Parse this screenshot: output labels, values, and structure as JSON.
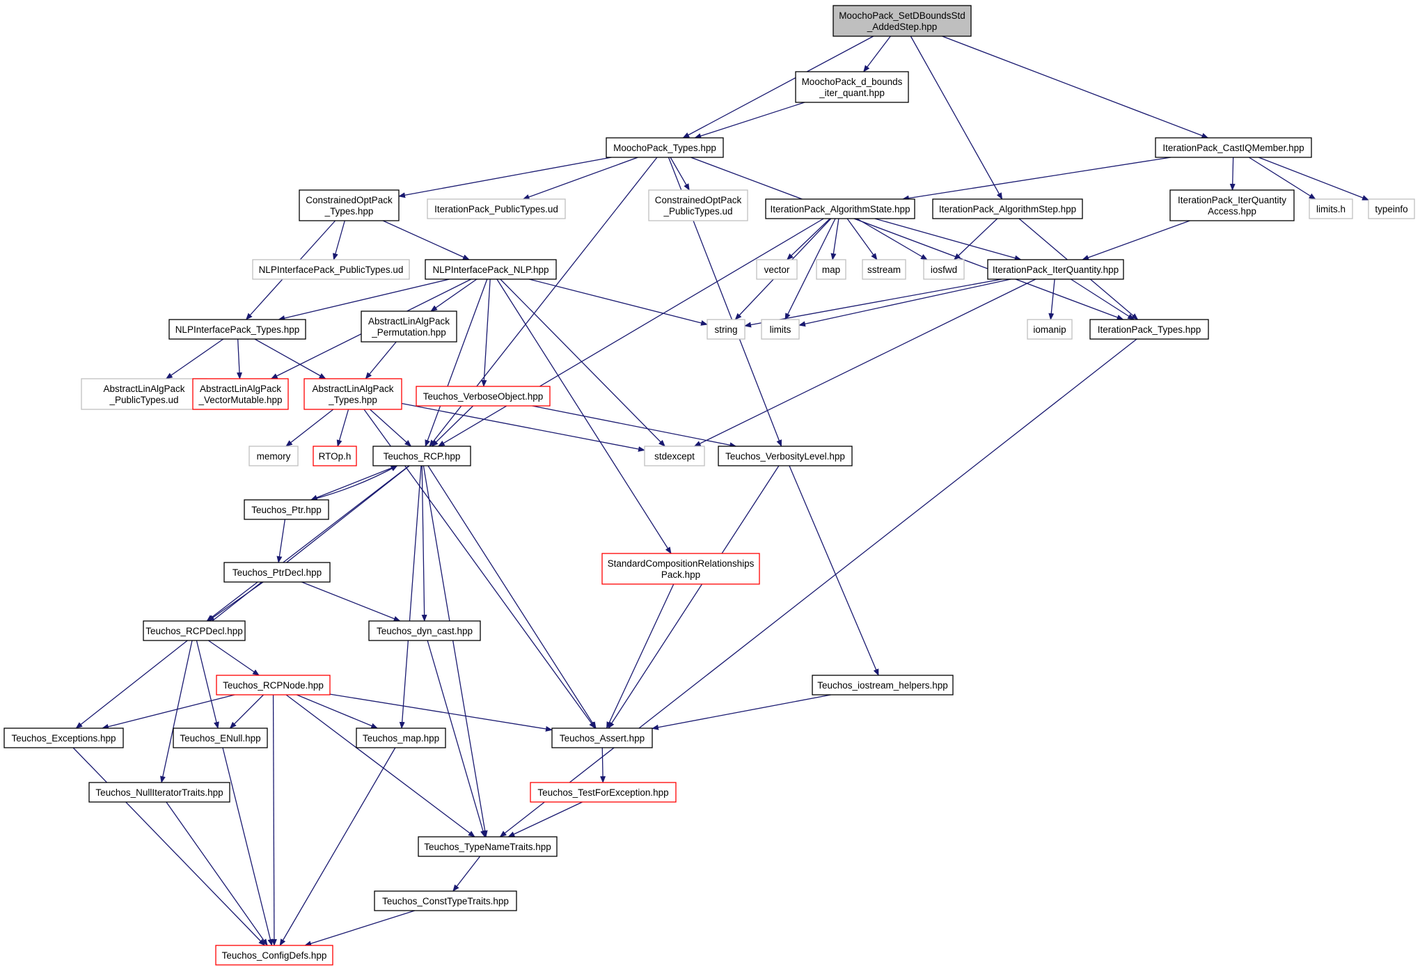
{
  "colors": {
    "edge": "#191970",
    "border_normal": "#000000",
    "border_system": "#bfbfbf",
    "border_truncated": "#ff0000",
    "fill_root": "#bfbfbf",
    "fill_default": "#ffffff"
  },
  "nodes": [
    {
      "id": "root",
      "lines": [
        "MoochoPack_SetDBoundsStd",
        "_AddedStep.hpp"
      ],
      "kind": "root"
    },
    {
      "id": "dbounds",
      "lines": [
        "MoochoPack_d_bounds",
        "_iter_quant.hpp"
      ],
      "kind": "normal"
    },
    {
      "id": "moochotypes",
      "lines": [
        "MoochoPack_Types.hpp"
      ],
      "kind": "normal"
    },
    {
      "id": "castiq",
      "lines": [
        "IterationPack_CastIQMember.hpp"
      ],
      "kind": "normal"
    },
    {
      "id": "copttypes",
      "lines": [
        "ConstrainedOptPack",
        "_Types.hpp"
      ],
      "kind": "normal"
    },
    {
      "id": "itpublic",
      "lines": [
        "IterationPack_PublicTypes.ud"
      ],
      "kind": "system"
    },
    {
      "id": "coptpublic",
      "lines": [
        "ConstrainedOptPack",
        "_PublicTypes.ud"
      ],
      "kind": "system"
    },
    {
      "id": "algstate",
      "lines": [
        "IterationPack_AlgorithmState.hpp"
      ],
      "kind": "normal"
    },
    {
      "id": "algstep",
      "lines": [
        "IterationPack_AlgorithmStep.hpp"
      ],
      "kind": "normal"
    },
    {
      "id": "iqaccess",
      "lines": [
        "IterationPack_IterQuantity",
        "Access.hpp"
      ],
      "kind": "normal"
    },
    {
      "id": "limitsh",
      "lines": [
        "limits.h"
      ],
      "kind": "system"
    },
    {
      "id": "typeinfo",
      "lines": [
        "typeinfo"
      ],
      "kind": "system"
    },
    {
      "id": "nlppublic",
      "lines": [
        "NLPInterfacePack_PublicTypes.ud"
      ],
      "kind": "system"
    },
    {
      "id": "nlp",
      "lines": [
        "NLPInterfacePack_NLP.hpp"
      ],
      "kind": "normal"
    },
    {
      "id": "vector",
      "lines": [
        "vector"
      ],
      "kind": "system"
    },
    {
      "id": "map",
      "lines": [
        "map"
      ],
      "kind": "system"
    },
    {
      "id": "sstream",
      "lines": [
        "sstream"
      ],
      "kind": "system"
    },
    {
      "id": "iosfwd",
      "lines": [
        "iosfwd"
      ],
      "kind": "system"
    },
    {
      "id": "iterquantity",
      "lines": [
        "IterationPack_IterQuantity.hpp"
      ],
      "kind": "normal"
    },
    {
      "id": "nlptypes",
      "lines": [
        "NLPInterfacePack_Types.hpp"
      ],
      "kind": "normal"
    },
    {
      "id": "permutation",
      "lines": [
        "AbstractLinAlgPack",
        "_Permutation.hpp"
      ],
      "kind": "normal"
    },
    {
      "id": "string",
      "lines": [
        "string"
      ],
      "kind": "system"
    },
    {
      "id": "limits",
      "lines": [
        "limits"
      ],
      "kind": "system"
    },
    {
      "id": "iomanip",
      "lines": [
        "iomanip"
      ],
      "kind": "system"
    },
    {
      "id": "ittypes",
      "lines": [
        "IterationPack_Types.hpp"
      ],
      "kind": "normal"
    },
    {
      "id": "alapublic",
      "lines": [
        "AbstractLinAlgPack",
        "_PublicTypes.ud"
      ],
      "kind": "system"
    },
    {
      "id": "vecmutable",
      "lines": [
        "AbstractLinAlgPack",
        "_VectorMutable.hpp"
      ],
      "kind": "truncated"
    },
    {
      "id": "alatypes",
      "lines": [
        "AbstractLinAlgPack",
        "_Types.hpp"
      ],
      "kind": "truncated"
    },
    {
      "id": "verboseobj",
      "lines": [
        "Teuchos_VerboseObject.hpp"
      ],
      "kind": "truncated"
    },
    {
      "id": "memory",
      "lines": [
        "memory"
      ],
      "kind": "system"
    },
    {
      "id": "rtop",
      "lines": [
        "RTOp.h"
      ],
      "kind": "truncated"
    },
    {
      "id": "rcp",
      "lines": [
        "Teuchos_RCP.hpp"
      ],
      "kind": "normal"
    },
    {
      "id": "stdexcept",
      "lines": [
        "stdexcept"
      ],
      "kind": "system"
    },
    {
      "id": "verbosity",
      "lines": [
        "Teuchos_VerbosityLevel.hpp"
      ],
      "kind": "normal"
    },
    {
      "id": "ptr",
      "lines": [
        "Teuchos_Ptr.hpp"
      ],
      "kind": "normal"
    },
    {
      "id": "stdcomp",
      "lines": [
        "StandardCompositionRelationships",
        "Pack.hpp"
      ],
      "kind": "truncated"
    },
    {
      "id": "ptrdecl",
      "lines": [
        "Teuchos_PtrDecl.hpp"
      ],
      "kind": "normal"
    },
    {
      "id": "rcpdecl",
      "lines": [
        "Teuchos_RCPDecl.hpp"
      ],
      "kind": "normal"
    },
    {
      "id": "dyncast",
      "lines": [
        "Teuchos_dyn_cast.hpp"
      ],
      "kind": "normal"
    },
    {
      "id": "rcpnode",
      "lines": [
        "Teuchos_RCPNode.hpp"
      ],
      "kind": "truncated"
    },
    {
      "id": "iostream",
      "lines": [
        "Teuchos_iostream_helpers.hpp"
      ],
      "kind": "normal"
    },
    {
      "id": "exceptions",
      "lines": [
        "Teuchos_Exceptions.hpp"
      ],
      "kind": "normal"
    },
    {
      "id": "enull",
      "lines": [
        "Teuchos_ENull.hpp"
      ],
      "kind": "normal"
    },
    {
      "id": "tmap",
      "lines": [
        "Teuchos_map.hpp"
      ],
      "kind": "normal"
    },
    {
      "id": "assert",
      "lines": [
        "Teuchos_Assert.hpp"
      ],
      "kind": "normal"
    },
    {
      "id": "nulliter",
      "lines": [
        "Teuchos_NullIteratorTraits.hpp"
      ],
      "kind": "normal"
    },
    {
      "id": "testexc",
      "lines": [
        "Teuchos_TestForException.hpp"
      ],
      "kind": "truncated"
    },
    {
      "id": "typename",
      "lines": [
        "Teuchos_TypeNameTraits.hpp"
      ],
      "kind": "normal"
    },
    {
      "id": "consttype",
      "lines": [
        "Teuchos_ConstTypeTraits.hpp"
      ],
      "kind": "normal"
    },
    {
      "id": "configdefs",
      "lines": [
        "Teuchos_ConfigDefs.hpp"
      ],
      "kind": "truncated"
    }
  ],
  "edges": [
    [
      "root",
      "dbounds"
    ],
    [
      "root",
      "moochotypes"
    ],
    [
      "root",
      "algstep"
    ],
    [
      "root",
      "castiq"
    ],
    [
      "dbounds",
      "moochotypes"
    ],
    [
      "moochotypes",
      "copttypes"
    ],
    [
      "moochotypes",
      "itpublic"
    ],
    [
      "moochotypes",
      "coptpublic"
    ],
    [
      "moochotypes",
      "rcp"
    ],
    [
      "moochotypes",
      "verbosity"
    ],
    [
      "moochotypes",
      "ittypes"
    ],
    [
      "castiq",
      "algstate"
    ],
    [
      "castiq",
      "iqaccess"
    ],
    [
      "castiq",
      "limitsh"
    ],
    [
      "castiq",
      "typeinfo"
    ],
    [
      "copttypes",
      "nlptypes"
    ],
    [
      "copttypes",
      "nlppublic"
    ],
    [
      "copttypes",
      "nlp"
    ],
    [
      "algstate",
      "rcp"
    ],
    [
      "algstate",
      "string"
    ],
    [
      "algstate",
      "limits"
    ],
    [
      "algstate",
      "vector"
    ],
    [
      "algstate",
      "map"
    ],
    [
      "algstate",
      "sstream"
    ],
    [
      "algstate",
      "iosfwd"
    ],
    [
      "algstate",
      "iterquantity"
    ],
    [
      "algstep",
      "iosfwd"
    ],
    [
      "algstep",
      "ittypes"
    ],
    [
      "iqaccess",
      "iterquantity"
    ],
    [
      "nlp",
      "rcp"
    ],
    [
      "nlp",
      "nlptypes"
    ],
    [
      "nlp",
      "vecmutable"
    ],
    [
      "nlp",
      "permutation"
    ],
    [
      "nlp",
      "verboseobj"
    ],
    [
      "nlp",
      "string"
    ],
    [
      "nlp",
      "stdexcept"
    ],
    [
      "nlp",
      "stdcomp"
    ],
    [
      "iterquantity",
      "string"
    ],
    [
      "iterquantity",
      "limits"
    ],
    [
      "iterquantity",
      "iomanip"
    ],
    [
      "iterquantity",
      "ittypes"
    ],
    [
      "iterquantity",
      "stdexcept"
    ],
    [
      "nlptypes",
      "alapublic"
    ],
    [
      "nlptypes",
      "vecmutable"
    ],
    [
      "nlptypes",
      "alatypes"
    ],
    [
      "permutation",
      "alatypes"
    ],
    [
      "ittypes",
      "typename"
    ],
    [
      "alatypes",
      "memory"
    ],
    [
      "alatypes",
      "rtop"
    ],
    [
      "alatypes",
      "rcp"
    ],
    [
      "alatypes",
      "stdexcept"
    ],
    [
      "alatypes",
      "assert"
    ],
    [
      "verboseobj",
      "rcp"
    ],
    [
      "verboseobj",
      "verbosity"
    ],
    [
      "rcp",
      "ptr"
    ],
    [
      "rcp",
      "exceptions"
    ],
    [
      "rcp",
      "rcpdecl"
    ],
    [
      "rcp",
      "dyncast"
    ],
    [
      "rcp",
      "tmap"
    ],
    [
      "rcp",
      "typename"
    ],
    [
      "rcp",
      "assert"
    ],
    [
      "verbosity",
      "iostream"
    ],
    [
      "verbosity",
      "assert"
    ],
    [
      "ptr",
      "ptrdecl"
    ],
    [
      "ptr",
      "rcp"
    ],
    [
      "stdcomp",
      "assert"
    ],
    [
      "ptrdecl",
      "rcpdecl"
    ],
    [
      "ptrdecl",
      "dyncast"
    ],
    [
      "rcpdecl",
      "rcpnode"
    ],
    [
      "rcpdecl",
      "enull"
    ],
    [
      "rcpdecl",
      "nulliter"
    ],
    [
      "dyncast",
      "typename"
    ],
    [
      "rcpnode",
      "exceptions"
    ],
    [
      "rcpnode",
      "enull"
    ],
    [
      "rcpnode",
      "tmap"
    ],
    [
      "rcpnode",
      "assert"
    ],
    [
      "rcpnode",
      "typename"
    ],
    [
      "rcpnode",
      "configdefs"
    ],
    [
      "iostream",
      "assert"
    ],
    [
      "exceptions",
      "configdefs"
    ],
    [
      "enull",
      "configdefs"
    ],
    [
      "tmap",
      "configdefs"
    ],
    [
      "assert",
      "testexc"
    ],
    [
      "nulliter",
      "configdefs"
    ],
    [
      "testexc",
      "typename"
    ],
    [
      "typename",
      "consttype"
    ],
    [
      "consttype",
      "configdefs"
    ]
  ]
}
